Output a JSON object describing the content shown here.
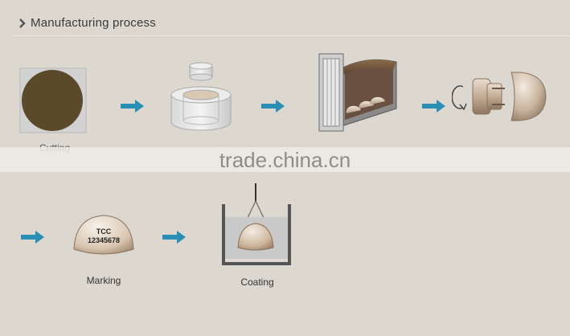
{
  "section": {
    "title": "Manufacturing process",
    "chevron_icon": "chevron-right-icon"
  },
  "steps": [
    {
      "label": "Cutting",
      "icon": "cut-disc-icon"
    },
    {
      "label": "",
      "icon": "press-die-icon"
    },
    {
      "label": "",
      "icon": "furnace-icon"
    },
    {
      "label": "",
      "icon": "machining-icon"
    },
    {
      "label": "Marking",
      "icon": "marked-dome-icon"
    },
    {
      "label": "Coating",
      "icon": "coating-tank-icon"
    }
  ],
  "marking_text": {
    "line1": "TCC",
    "line2": "12345678"
  },
  "watermark": "trade.china.cn",
  "colors": {
    "background": "#dcd8d0",
    "arrow": "#2a8fb4",
    "disc": "#5a4a2a",
    "bronze": "#a98d72"
  }
}
